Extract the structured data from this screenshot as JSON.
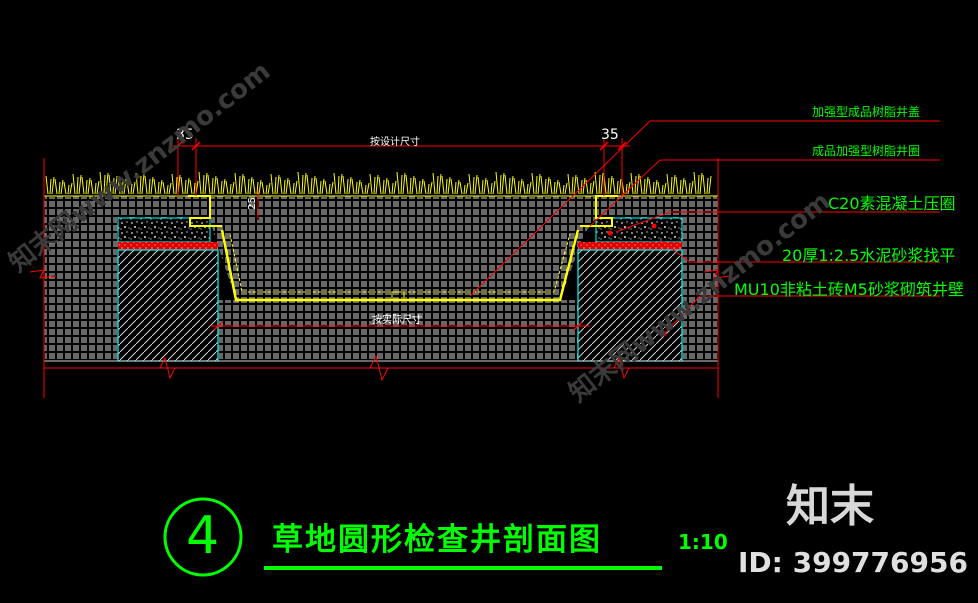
{
  "dimensions": {
    "left_lip": "35",
    "right_lip": "35",
    "design_size": "按设计尺寸",
    "actual_size": "按实际尺寸",
    "small_mark": "25"
  },
  "callouts": [
    "加强型成品树脂井盖",
    "成品加强型树脂井圈",
    "C20素混凝土压圈",
    "20厚1:2.5水泥砂浆找平",
    "MU10非粘土砖M5砂浆砌筑井壁"
  ],
  "title_block": {
    "number": "4",
    "title": "草地圆形检查井剖面图",
    "scale": "1:10"
  },
  "branding": {
    "logo": "知末",
    "image_id": "ID: 399776956",
    "watermark": "知末网www.znzmo.com"
  },
  "colors": {
    "background": "#000000",
    "annotation": "#00ff00",
    "leader": "#ff0000",
    "grass": "#ffff00",
    "wall": "#00ffff",
    "mortar": "#ff0000"
  }
}
